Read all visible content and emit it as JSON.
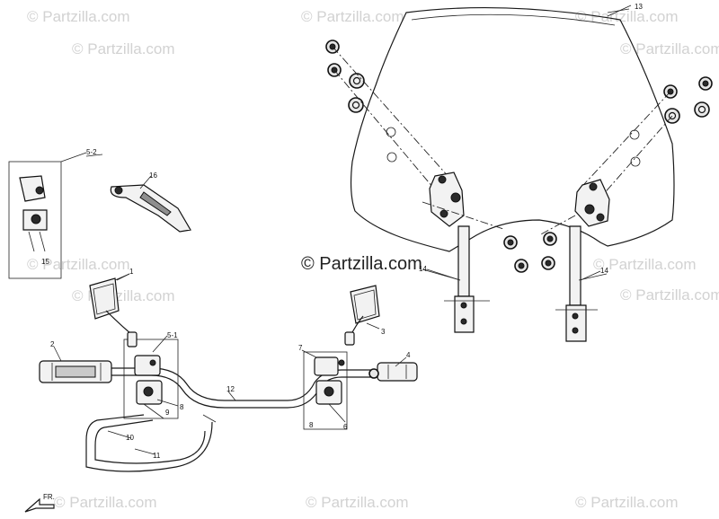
{
  "diagram": {
    "watermark_text": "© Partzilla.com",
    "front_indicator": "FR.",
    "callouts": {
      "c1": "1",
      "c2": "2",
      "c3": "3",
      "c4": "4",
      "c5_1": "5-1",
      "c5_2": "5-2",
      "c6": "6",
      "c7": "7",
      "c8a": "8",
      "c8b": "8",
      "c9": "9",
      "c10": "10",
      "c11": "11",
      "c12": "12",
      "c13": "13",
      "c14a": "14",
      "c14b": "14",
      "c15": "15",
      "c16": "16"
    }
  }
}
